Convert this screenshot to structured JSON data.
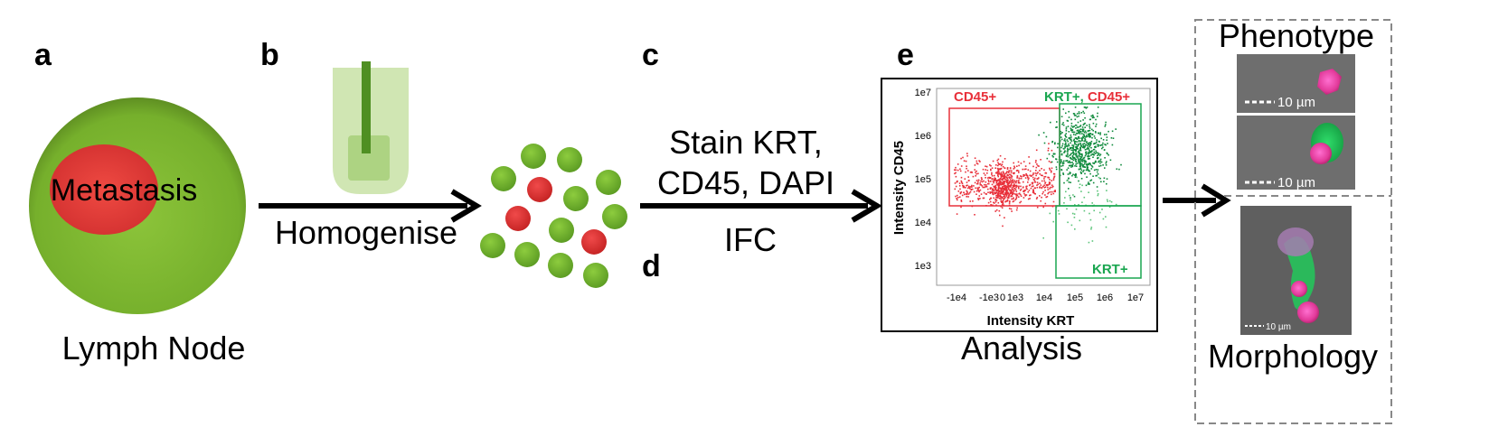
{
  "panels": {
    "a": {
      "letter": "a",
      "inner_label": "Metastasis",
      "caption": "Lymph Node"
    },
    "b": {
      "letter": "b",
      "arrow_label": "Homogenise"
    },
    "c": {
      "letter": "c",
      "arrow_label_line1": "Stain KRT,",
      "arrow_label_line2": "CD45, DAPI",
      "arrow_sub_label": "IFC"
    },
    "d": {
      "letter": "d"
    },
    "e": {
      "letter": "e",
      "caption": "Analysis"
    },
    "images": {
      "top_title": "Phenotype",
      "bottom_title": "Morphology",
      "scale_label": "10 µm"
    }
  },
  "chart_data": {
    "type": "scatter",
    "xlabel": "Intensity KRT",
    "ylabel": "Intensity CD45",
    "x_scale": "symlog",
    "y_scale": "log",
    "x_tick_labels": [
      "-1e4",
      "-1e3",
      "0",
      "1e3",
      "1e4",
      "1e5",
      "1e6",
      "1e7"
    ],
    "y_tick_labels": [
      "1e3",
      "1e4",
      "1e5",
      "1e6",
      "1e7"
    ],
    "gates": [
      {
        "name": "CD45+",
        "color": "#e8303a"
      },
      {
        "name_part1": "KRT+",
        "name_sep": ", ",
        "name_part2": "CD45+",
        "color": "#1aa650"
      },
      {
        "name": "KRT+",
        "color": "#1aa650"
      }
    ],
    "populations": [
      {
        "gate": "CD45+",
        "color": "#e8303a",
        "x_center_decades": 1.2,
        "y_center": 5.0,
        "count": 900
      },
      {
        "gate": "KRT+, CD45+",
        "color": "#0f8a3c",
        "x_center_decades": 5.2,
        "y_center": 5.8,
        "count": 650
      },
      {
        "gate": "KRT+",
        "color": "#5cc47a",
        "x_center_decades": 5.3,
        "y_center": 4.4,
        "count": 60
      }
    ]
  },
  "colors": {
    "node_green": "#7ab52f",
    "metastasis_red": "#e03b3b",
    "cell_green": "#6aa829",
    "cell_red": "#dd2b2b",
    "text_red": "#e8232c",
    "text_green": "#1aa650",
    "arrow": "#000000"
  }
}
